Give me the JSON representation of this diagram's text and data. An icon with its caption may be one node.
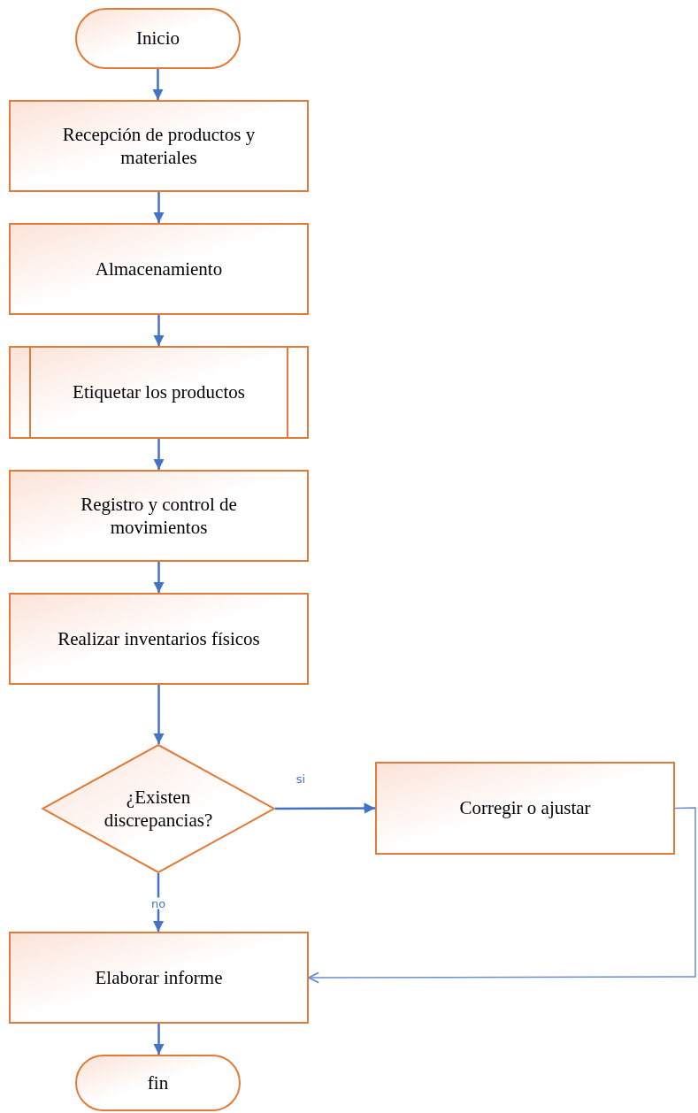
{
  "diagram": {
    "nodes": [
      {
        "text": [
          "Inicio"
        ]
      },
      {
        "text": [
          "Recepción de productos y materiales"
        ]
      },
      {
        "text": [
          "Almacenamiento"
        ]
      },
      {
        "text": [
          "Etiquetar los productos"
        ]
      },
      {
        "text": [
          "Registro y control de movimientos"
        ]
      },
      {
        "text": [
          "Realizar inventarios físicos"
        ]
      },
      {
        "text": [
          "¿Existen discrepancias?"
        ]
      },
      {
        "text": [
          "Corregir o ajustar"
        ]
      },
      {
        "text": [
          "Elaborar informe"
        ]
      },
      {
        "text": [
          "fin"
        ]
      }
    ],
    "edges": [
      {
        "from": 0,
        "to": 1,
        "arrow": "to"
      },
      {
        "from": 1,
        "to": 2,
        "arrow": "to"
      },
      {
        "from": 2,
        "to": 3,
        "arrow": "to"
      },
      {
        "from": 3,
        "to": 4,
        "arrow": "to"
      },
      {
        "from": 4,
        "to": 5,
        "arrow": "to"
      },
      {
        "from": 5,
        "to": 6,
        "arrow": "to"
      },
      {
        "from": 6,
        "to": 7,
        "arrow": "to",
        "label": "si"
      },
      {
        "from": 6,
        "to": 8,
        "arrow": "to",
        "label": "no"
      },
      {
        "from": 7,
        "to": 8,
        "arrow": "to",
        "color": "#6b8fd6"
      },
      {
        "from": 8,
        "to": 9,
        "arrow": "to"
      }
    ]
  }
}
